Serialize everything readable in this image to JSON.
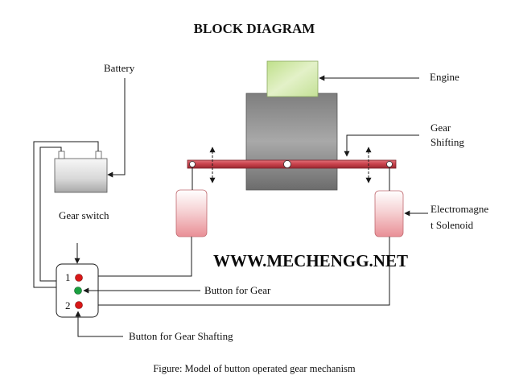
{
  "title": "BLOCK DIAGRAM",
  "labels": {
    "battery": "Battery",
    "engine": "Engine",
    "gear_shifting_line1": "Gear",
    "gear_shifting_line2": "Shifting",
    "gear_switch": "Gear switch",
    "solenoid_line1": "Electromagne",
    "solenoid_line2": "t Solenoid",
    "button_for_gear": "Button for Gear",
    "button_for_gear_shafting": "Button for Gear Shafting",
    "switch_number_1": "1",
    "switch_number_2": "2"
  },
  "watermark": "WWW.MECHENGG.NET",
  "caption": "Figure: Model of button operated gear mechanism",
  "colors": {
    "engine_fill": "#cfe6a8",
    "block_fill": "#8a8a8a",
    "rod_fill": "#c8404a",
    "solenoid_fill": "#f2b8bc",
    "button_red": "#d81818",
    "button_green": "#1aa040",
    "line": "#1a1a1a"
  }
}
